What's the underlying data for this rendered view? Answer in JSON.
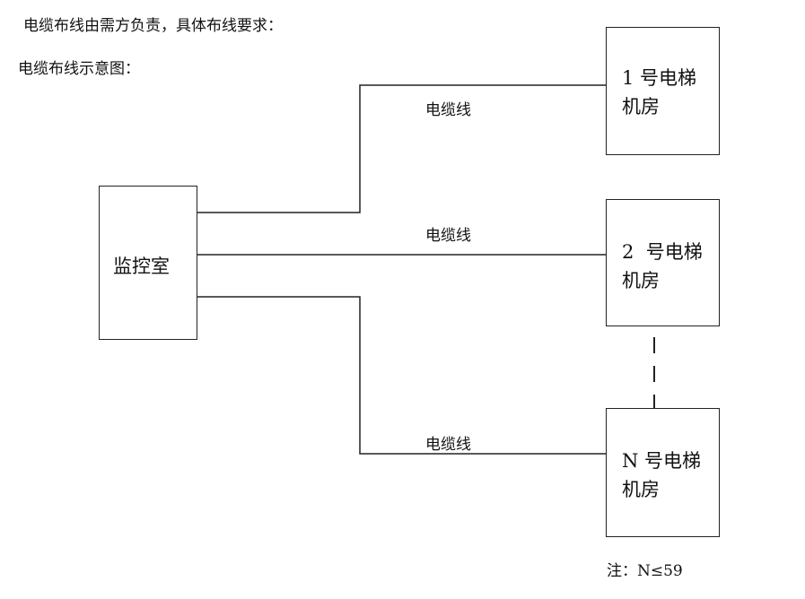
{
  "intro_line1": "电缆布线由需方负责，具体布线要求：",
  "intro_line2": "电缆布线示意图：",
  "monitor_room": "监控室",
  "cable_label": "电缆线",
  "rooms": [
    {
      "line1": "1 号电梯",
      "line2": "机房"
    },
    {
      "line1": "2  号电梯",
      "line2": "机房"
    },
    {
      "line1": "N 号电梯",
      "line2": "机房"
    }
  ],
  "note": "注：N≤59"
}
